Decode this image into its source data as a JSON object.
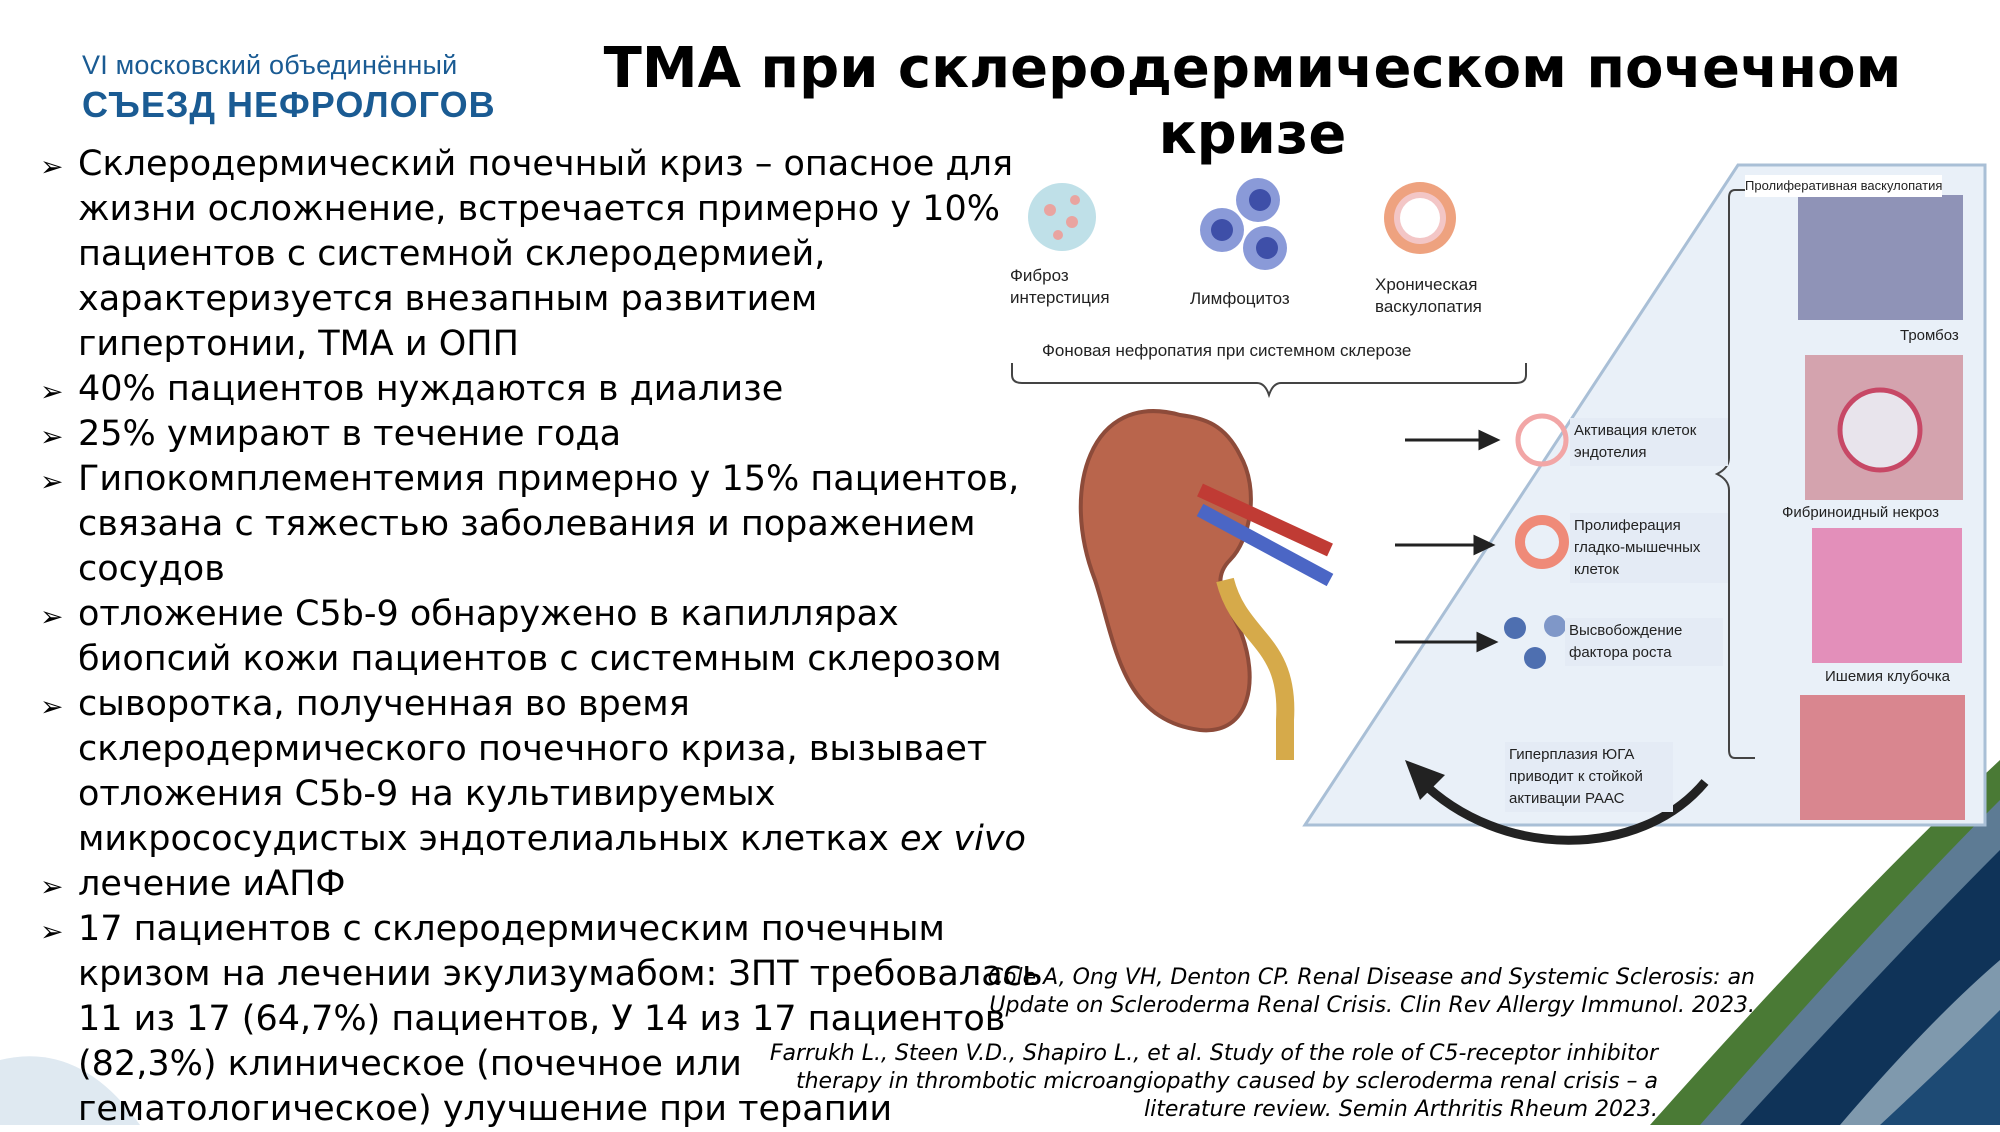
{
  "logo": {
    "line1": "VI московский объединённый",
    "line2": "СЪЕЗД НЕФРОЛОГОВ"
  },
  "title": {
    "line1": "ТМА при склеродермическом почечном",
    "line2": "кризе"
  },
  "bullet_icon": "arrowhead-bullet-icon",
  "bullets": [
    " Склеродермический почечный криз – опасное для жизни осложнение, встречается примерно у 10% пациентов с системной склеродермией, характеризуется внезапным развитием гипертонии, ТМА и ОПП",
    "40% пациентов нуждаются в диализе",
    "25% умирают в течение года",
    "Гипокомплементемия примерно у 15% пациентов, связана с тяжестью заболевания и поражением сосудов",
    "отложение C5b-9 обнаружено в капиллярах биопсий кожи пациентов с системным склерозом",
    "сыворотка, полученная во время склеродермического почечного криза, вызывает отложения C5b-9 на культивируемых микрососудистых эндотелиальных клетках",
    "лечение иАПФ",
    "17 пациентов с склеродермическим почечным кризом на лечении экулизумабом: ЗПТ требовалась 11 из 17 (64,7%) пациентов, У 14 из 17 пациентов (82,3%) клиническое (почечное или гематологическое) улучшение при терапии"
  ],
  "bullet6_italic": "ex vivo",
  "diagram": {
    "top_labels": {
      "fibrosis": "Фиброз интерстиция",
      "lymph": "Лимфоцитоз",
      "vasculo": "Хроническая васкулопатия"
    },
    "brace_label": "Фоновая нефропатия при системном склерозе",
    "mechanisms": [
      "Активация клеток эндотелия",
      "Пролиферация гладко-мышечных клеток",
      "Высвобождение фактора роста"
    ],
    "jga": "Гиперплазия ЮГА приводит к стойкой активации РААС",
    "histology": [
      "Пролиферативная васкулопатия",
      "Тромбоз",
      "Фибриноидный некроз",
      "Ишемия клубочка"
    ]
  },
  "citations": [
    "Cole A, Ong VH, Denton CP. Renal Disease and Systemic Sclerosis: an Update on Scleroderma Renal Crisis. Clin Rev Allergy Immunol. 2023.",
    "Farrukh L., Steen V.D., Shapiro L., et al. Study of the role of C5-receptor inhibitor therapy in thrombotic microangiopathy caused by scleroderma renal crisis – a literature review. Semin Arthritis Rheum 2023."
  ],
  "colors": {
    "brand": "#1a5b93",
    "navy": "#0f3358",
    "green": "#4a7a35",
    "panel": "#e9f0f8"
  }
}
